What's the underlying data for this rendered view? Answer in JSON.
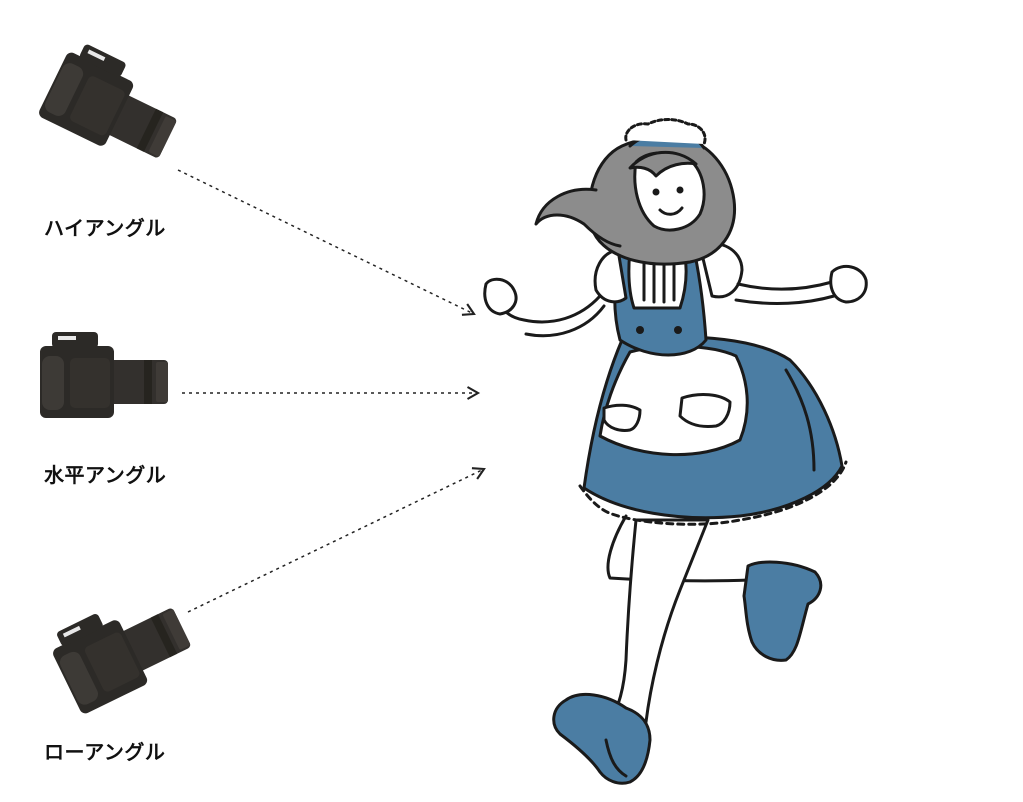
{
  "angles": {
    "high": {
      "label": "ハイアングル"
    },
    "level": {
      "label": "水平アングル"
    },
    "low": {
      "label": "ローアングル"
    }
  },
  "icons": {
    "camera": "camera-icon",
    "subject": "maid-figure-illustration"
  },
  "colors": {
    "camera_body": "#2e2c2a",
    "camera_lens": "#3b3835",
    "camera_shade": "#4a4642",
    "outfit_blue": "#4b7da3",
    "hair_gray": "#8c8c8c",
    "line_dark": "#1a1a1a",
    "arrow": "#222222"
  }
}
